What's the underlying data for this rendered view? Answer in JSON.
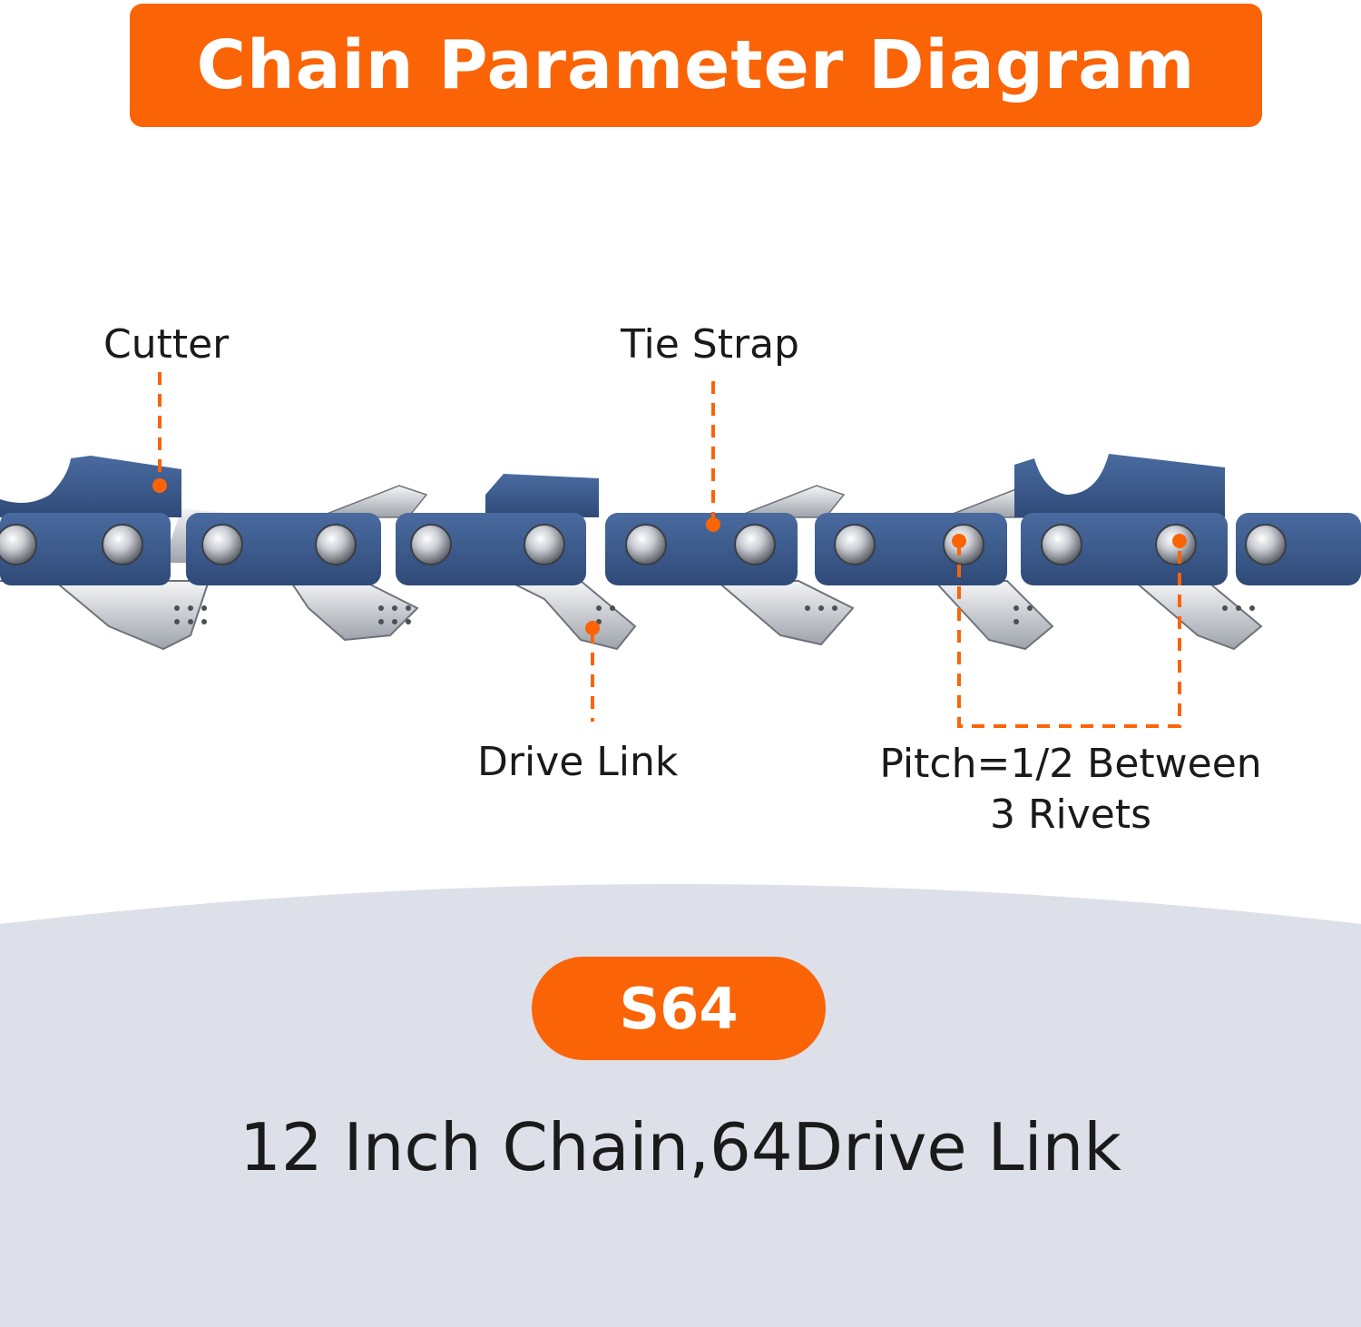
{
  "title": "Chain Parameter Diagram",
  "labels": {
    "cutter": "Cutter",
    "tie_strap": "Tie Strap",
    "drive_link": "Drive Link",
    "pitch_line1": "Pitch=1/2 Between",
    "pitch_line2": "3 Rivets"
  },
  "model": "S64",
  "spec": "12 Inch Chain,64Drive Link",
  "colors": {
    "accent": "#FA6407",
    "chain_blue": "#3D5C8E",
    "bottom_panel": "#DDE0E8"
  }
}
